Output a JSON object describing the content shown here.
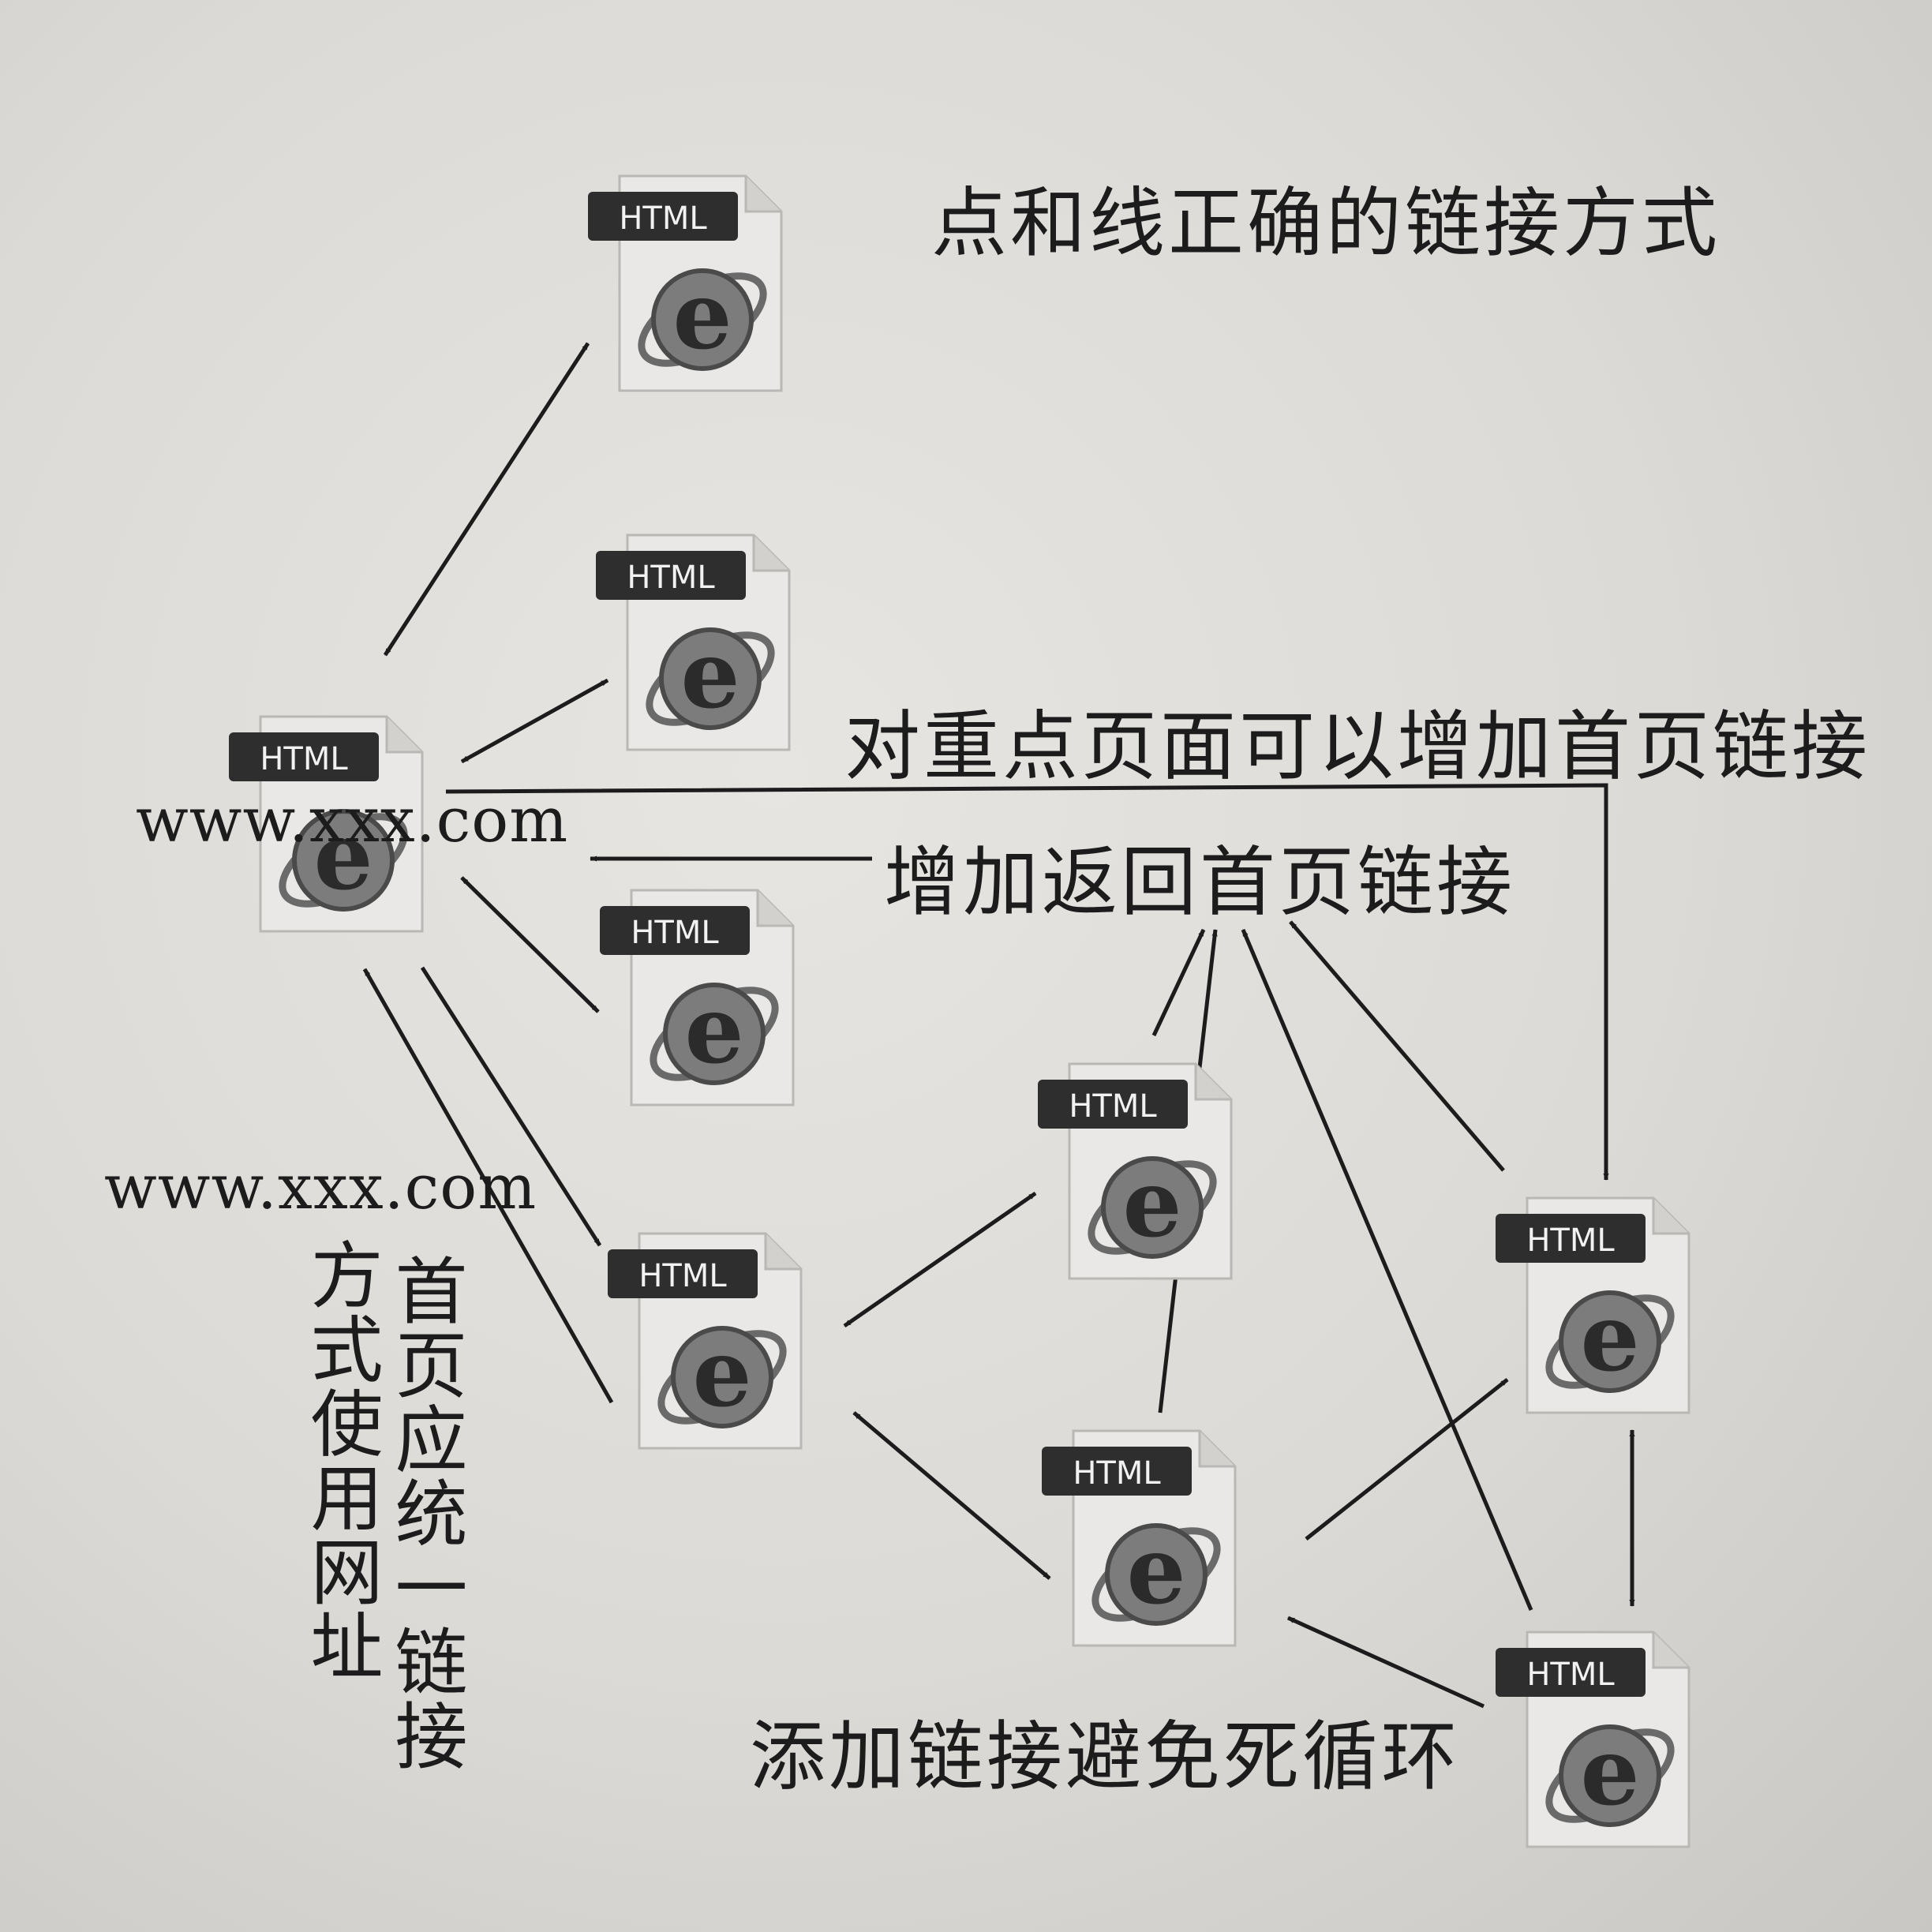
{
  "title": "点和线正确的链接方式",
  "labels": {
    "add_homepage_links": "对重点页面可以增加首页链接",
    "return_home": "增加返回首页链接",
    "avoid_loop": "添加链接避免死循环",
    "home_url": "www.xxx.com",
    "url_footer": "www.xxx.com",
    "vertical_left": "方式使用网址",
    "vertical_right": "首页应统一链接"
  },
  "file_badge": "HTML",
  "icon_glyph": "e",
  "colors": {
    "ink": "#1c1c1c",
    "badge": "#2e2e2e",
    "paper": "#dedcd8"
  }
}
